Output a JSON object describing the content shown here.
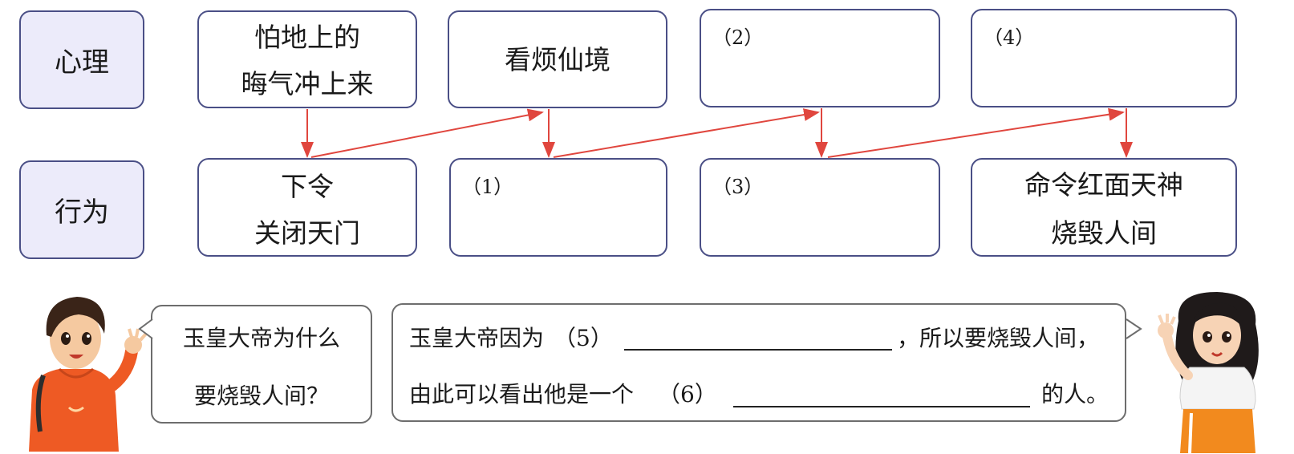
{
  "row_labels": {
    "mind": "心理",
    "action": "行为"
  },
  "mind_nodes": [
    {
      "line1": "怕地上的",
      "line2": "晦气冲上来"
    },
    {
      "line1": "看烦仙境",
      "line2": ""
    },
    {
      "blank": "（2）"
    },
    {
      "blank": "（4）"
    }
  ],
  "action_nodes": [
    {
      "line1": "下令",
      "line2": "关闭天门"
    },
    {
      "blank": "（1）"
    },
    {
      "blank": "（3）"
    },
    {
      "line1": "命令红面天神",
      "line2": "烧毁人间"
    }
  ],
  "question": {
    "line1": "玉皇大帝为什么",
    "line2": "要烧毁人间？"
  },
  "answer": {
    "line1_pre": "玉皇大帝因为",
    "blank5": "（5）",
    "line1_post": "，所以要烧毁人间，",
    "line2_pre": "由此可以看出他是一个",
    "blank6": "（6）",
    "line2_post": "的人。"
  },
  "colors": {
    "box_border": "#4a4f86",
    "label_fill": "#ecebfa",
    "arrow": "#e0463e"
  }
}
